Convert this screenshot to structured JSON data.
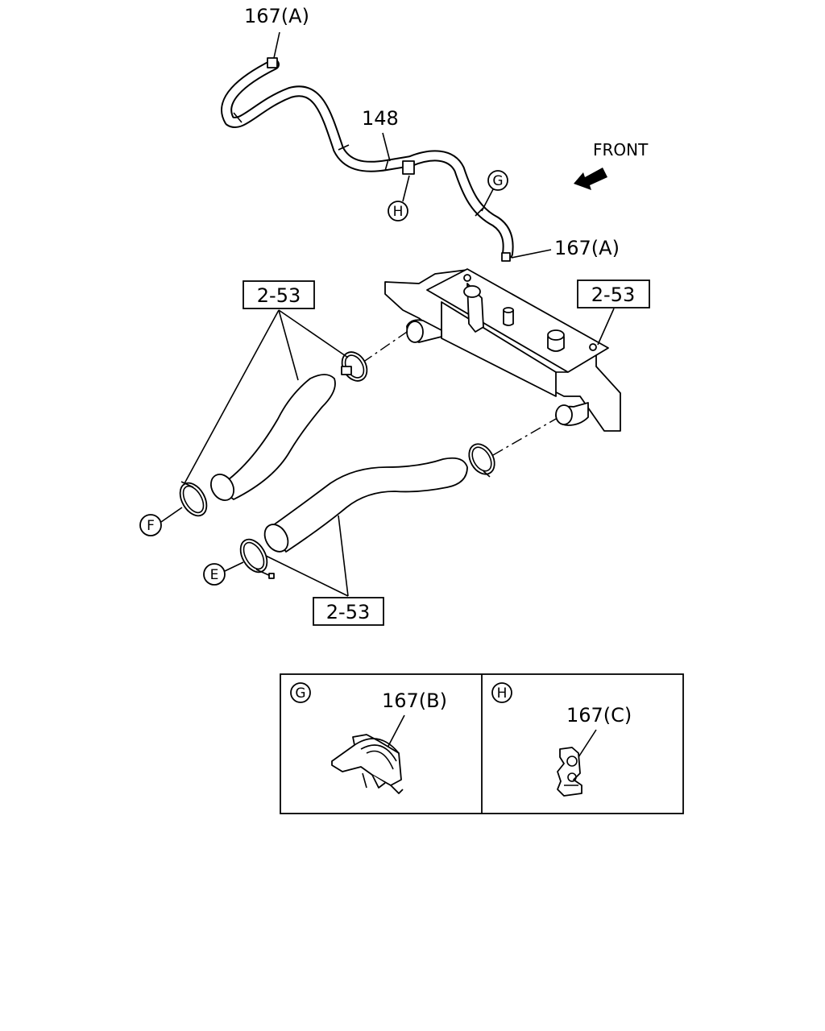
{
  "labels": {
    "clip_a_top": "167(A)",
    "hose": "148",
    "front": "FRONT",
    "clip_a_right": "167(A)",
    "ref_upper_left": "2-53",
    "ref_upper_right": "2-53",
    "ref_lower": "2-53",
    "circle_g": "G",
    "circle_h": "H",
    "circle_f": "F",
    "circle_e": "E"
  },
  "detail_panels": [
    {
      "key": "G",
      "part_label": "167(B)"
    },
    {
      "key": "H",
      "part_label": "167(C)"
    }
  ]
}
